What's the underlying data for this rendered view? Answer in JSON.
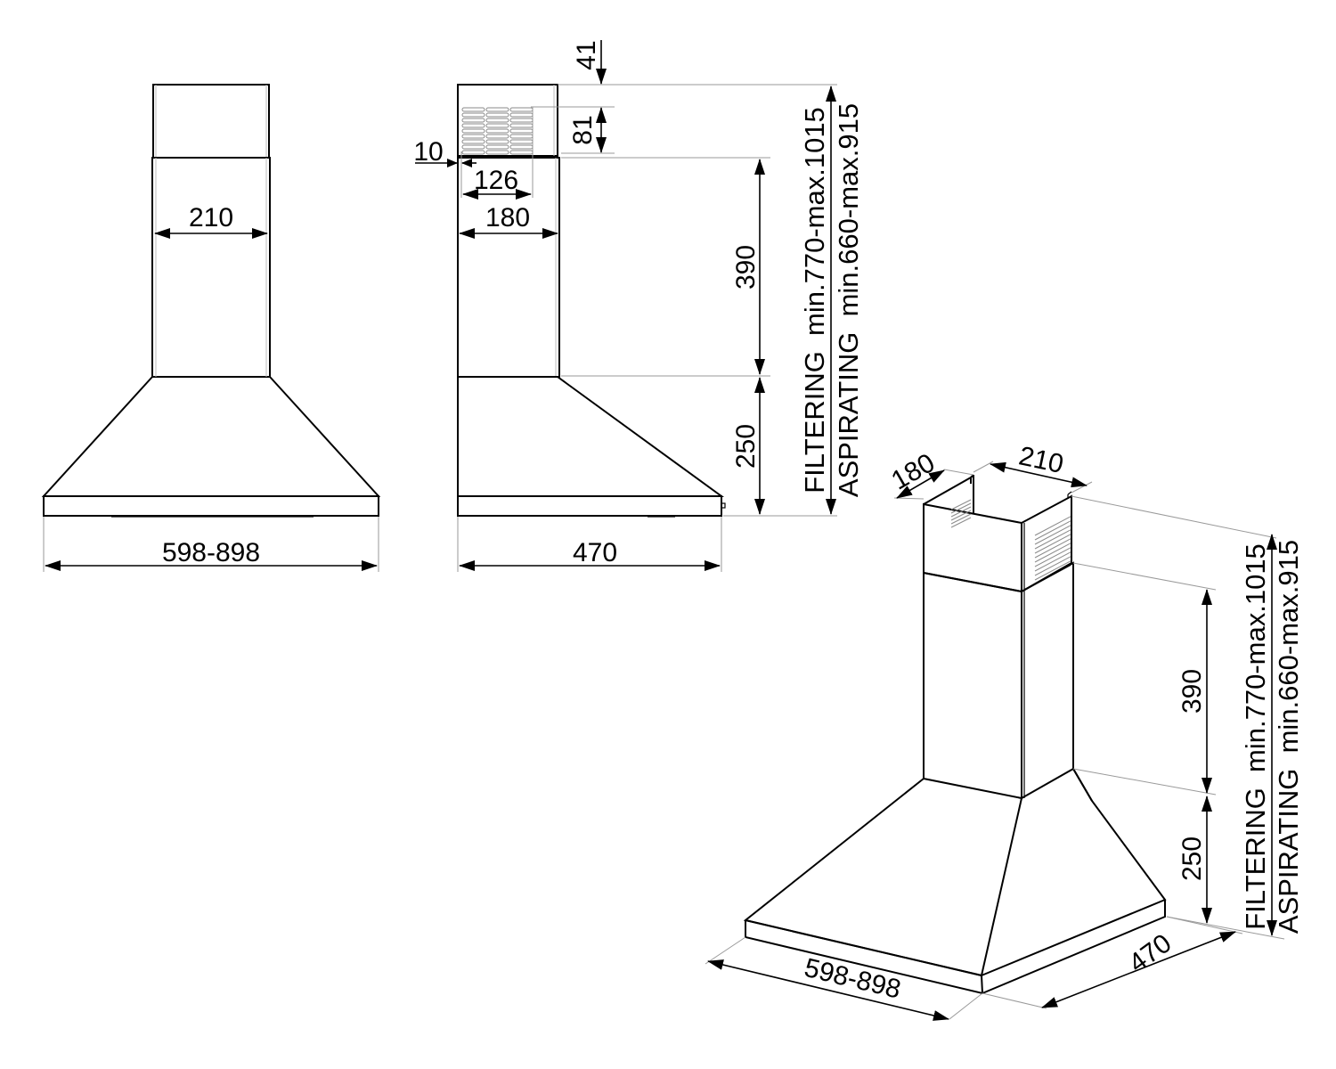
{
  "drawing": {
    "subject": "Chimney cooker hood dimension drawing",
    "units": "mm",
    "line_color": "#000000",
    "extension_line_color": "#9a9a9a",
    "background": "#ffffff"
  },
  "front_view": {
    "chimney_width": "210",
    "hood_width": "598-898"
  },
  "side_view": {
    "top_offset": "41",
    "vent_height": "81",
    "vent_inset": "10",
    "vent_width": "126",
    "chimney_depth": "180",
    "chimney_lower_height": "390",
    "canopy_height": "250",
    "hood_depth": "470",
    "total_height_filtering": "FILTERING  min.770-max.1015",
    "total_height_aspirating": "ASPIRATING  min.660-max.915"
  },
  "iso_view": {
    "chimney_depth": "180",
    "chimney_width": "210",
    "chimney_lower_height": "390",
    "canopy_height": "250",
    "hood_width": "598-898",
    "hood_depth": "470",
    "total_height_filtering": "FILTERING  min.770-max.1015",
    "total_height_aspirating": "ASPIRATING  min.660-max.915"
  }
}
